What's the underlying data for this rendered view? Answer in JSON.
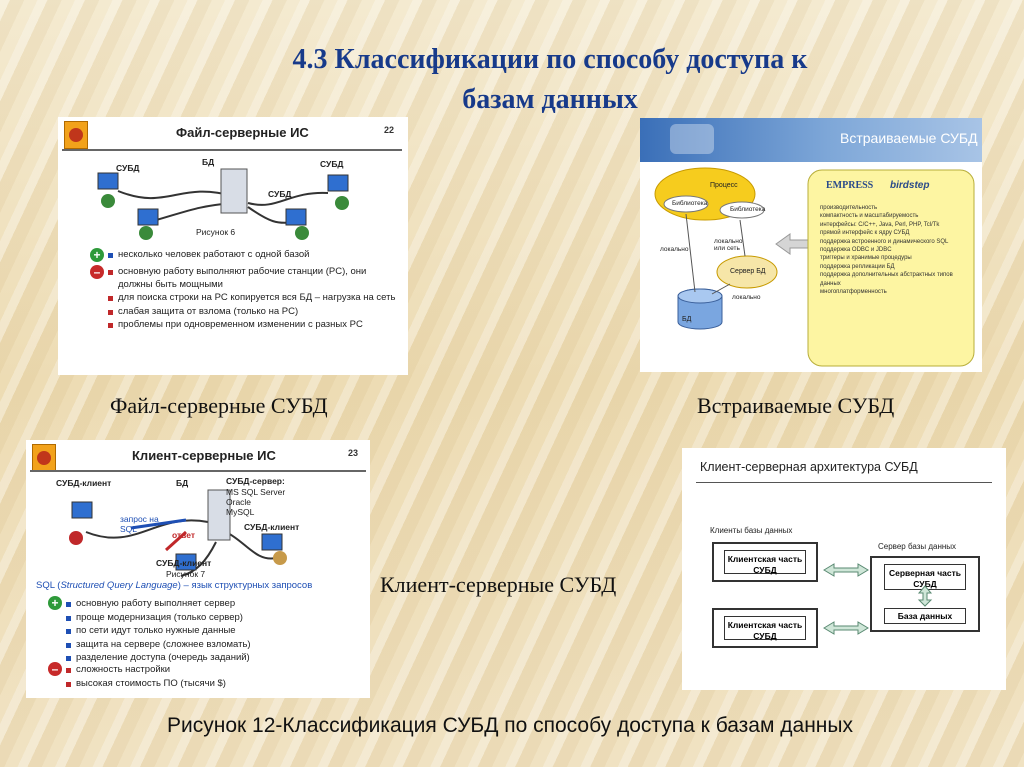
{
  "slide": {
    "title_line1": "4.3 Классификации по способу доступа к",
    "title_line2": "базам данных",
    "caption_file_server": "Файл-серверные СУБД",
    "caption_embedded": "Встраиваемые СУБД",
    "caption_client_server": "Клиент-серверные СУБД",
    "bottom_caption": "Рисунок 12-Классификация СУБД  по способу доступа к базам данных"
  },
  "fig_file_server": {
    "heading": "Файл-серверные ИС",
    "slide_number": "22",
    "labels": {
      "dbms_left": "СУБД",
      "db": "БД",
      "dbms_right": "СУБД",
      "dbms_bottom": "СУБД",
      "figure": "Рисунок 6"
    },
    "pros": [
      "несколько человек работают с одной базой"
    ],
    "cons": [
      "основную работу выполняют рабочие станции (PC), они должны быть мощными",
      "для поиска строки на PC копируется вся БД – нагрузка на сеть",
      "слабая защита от взлома (только на PC)",
      "проблемы при одновременном изменении с разных PC"
    ]
  },
  "fig_embedded": {
    "heading": "Встраиваемые СУБД",
    "process": "Процесс",
    "lib1": "Библиотека",
    "lib2": "Библиотека",
    "local_net": "локально или сеть",
    "local1": "локально",
    "local2": "локально",
    "server_db": "Сервер БД",
    "db": "БД",
    "brand1": "EMPRESS",
    "brand2": "birdstep",
    "features": [
      "производительность",
      "компактность и масштабируемость",
      "интерфейсы: C/C++, Java, Perl, PHP, Tcl/Tk",
      "прямой интерфейс к ядру СУБД",
      "поддержка встроенного и динамического SQL",
      "поддержка ODBC и JDBC",
      "триггеры и хранимые процедуры",
      "поддержка репликации БД",
      "поддержка дополнительных абстрактных типов данных",
      "многоплатформенность"
    ]
  },
  "fig_client_server": {
    "heading": "Клиент-серверные ИС",
    "slide_number": "23",
    "labels": {
      "client_top": "СУБД-клиент",
      "db": "БД",
      "server": "СУБД-сервер:",
      "request": "запрос на SQL",
      "answer": "ответ",
      "client_right": "СУБД-клиент",
      "client_bottom": "СУБД-клиент",
      "figure": "Рисунок 7"
    },
    "servers": [
      "MS SQL Server",
      "Oracle",
      "MySQL"
    ],
    "sql_prefix": "SQL (",
    "sql_term": "Structured Query Language",
    "sql_suffix": ") – язык структурных запросов",
    "pros": [
      "основную работу выполняет сервер",
      "проще модернизация (только сервер)",
      "по сети идут только нужные данные",
      "защита на сервере (сложнее взломать)",
      "разделение доступа (очередь заданий)"
    ],
    "cons": [
      "сложность настройки",
      "высокая стоимость ПО (тысячи $)"
    ]
  },
  "fig_architecture": {
    "heading": "Клиент-серверная архитектура СУБД",
    "clients_label": "Клиенты базы данных",
    "server_label": "Сервер базы данных",
    "client1": "Клиентская часть СУБД",
    "client2": "Клиентская часть СУБД",
    "server_part": "Серверная часть СУБД",
    "database": "База данных"
  }
}
